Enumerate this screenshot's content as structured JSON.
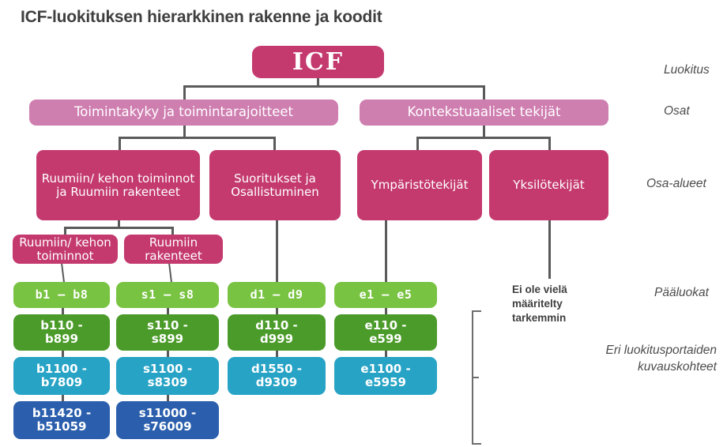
{
  "title": "ICF-luokituksen hierarkkinen rakenne ja koodit",
  "root": {
    "label": "ICF"
  },
  "parts": [
    {
      "label": "Toimintakyky ja toimintarajoitteet"
    },
    {
      "label": "Kontekstuaaliset tekijät"
    }
  ],
  "components": [
    {
      "label": "Ruumiin/ kehon toiminnot ja Ruumiin rakenteet"
    },
    {
      "label": "Suoritukset ja Osallistuminen"
    },
    {
      "label": "Ympäristötekijät"
    },
    {
      "label": "Yksilötekijät"
    }
  ],
  "subcomponents": [
    {
      "label": "Ruumiin/ kehon toiminnot"
    },
    {
      "label": "Ruumiin rakenteet"
    }
  ],
  "code_columns": [
    {
      "key": "b",
      "levels": [
        {
          "label": "b1 – b8",
          "color": "#78c341"
        },
        {
          "label": "b110 - b899",
          "color": "#4b9b2a"
        },
        {
          "label": "b1100 - b7809",
          "color": "#27a3c6"
        },
        {
          "label": "b11420 - b51059",
          "color": "#2b5fad"
        }
      ]
    },
    {
      "key": "s",
      "levels": [
        {
          "label": "s1 – s8",
          "color": "#78c341"
        },
        {
          "label": "s110 - s899",
          "color": "#4b9b2a"
        },
        {
          "label": "s1100 - s8309",
          "color": "#27a3c6"
        },
        {
          "label": "s11000 - s76009",
          "color": "#2b5fad"
        }
      ]
    },
    {
      "key": "d",
      "levels": [
        {
          "label": "d1 – d9",
          "color": "#78c341"
        },
        {
          "label": "d110 - d999",
          "color": "#4b9b2a"
        },
        {
          "label": "d1550 - d9309",
          "color": "#27a3c6"
        }
      ]
    },
    {
      "key": "e",
      "levels": [
        {
          "label": "e1 – e5",
          "color": "#78c341"
        },
        {
          "label": "e110 - e599",
          "color": "#4b9b2a"
        },
        {
          "label": "e1100 - e5959",
          "color": "#27a3c6"
        }
      ]
    }
  ],
  "code_labels": {
    "b1": "b1 – b8",
    "b2": "b110 -\nb899",
    "b3": "b1100 -\nb7809",
    "b4": "b11420 -\nb51059",
    "s1": "s1 – s8",
    "s2": "s110 -\ns899",
    "s3": "s1100 -\ns8309",
    "s4": "s11000 -\ns76009",
    "d1": "d1 – d9",
    "d2": "d110 -\nd999",
    "d3": "d1550 -\nd9309",
    "e1": "e1 – e5",
    "e2": "e110 -\ne599",
    "e3": "e1100 -\ne5959"
  },
  "row_captions": [
    {
      "label": "Luokitus"
    },
    {
      "label": "Osat"
    },
    {
      "label": "Osa-alueet"
    },
    {
      "label": "Pääluokat"
    },
    {
      "label": "Eri luokitusportaiden kuvauskohteet"
    }
  ],
  "note": "Ei ole vielä määritelty tarkemmin",
  "colors": {
    "root": "#c43a6e",
    "part": "#cf7eb0",
    "component": "#c43a6e",
    "level1": "#78c341",
    "level2": "#4b9b2a",
    "level3": "#27a3c6",
    "level4": "#2b5fad",
    "connector": "#5a5a5a",
    "text": "#3f3f3f"
  }
}
